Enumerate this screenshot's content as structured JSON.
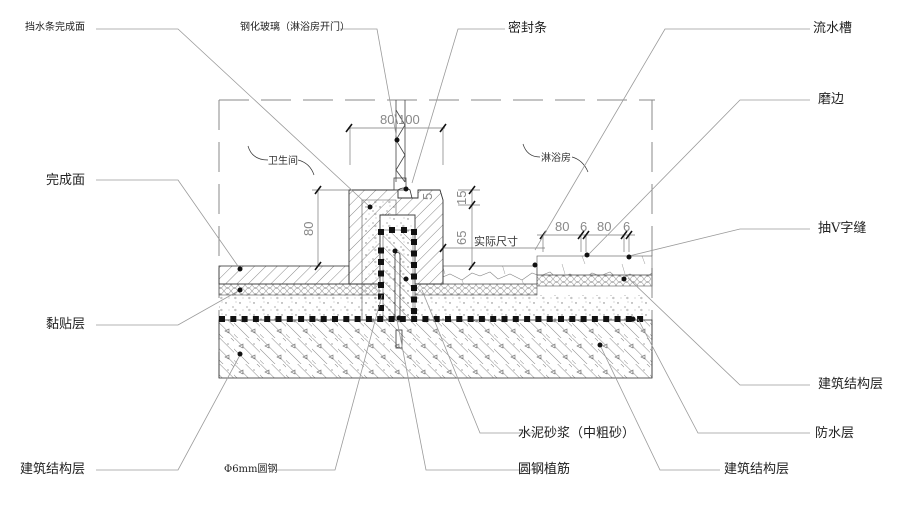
{
  "drawing": {
    "type": "architectural-section-detail",
    "subject": "shower room door sill / water bar detail",
    "colors": {
      "line": "#111111",
      "leader": "#9a9a9a",
      "dimension": "#888888",
      "background": "#ffffff"
    }
  },
  "labels": {
    "water_bar_finish": "挡水条完成面",
    "tempered_glass": "钢化玻璃（淋浴房开门）",
    "seal_strip": "密封条",
    "drain_groove": "流水槽",
    "edge_grinding": "磨边",
    "finish_surface": "完成面",
    "v_groove": "抽V字缝",
    "adhesive_layer": "黏贴层",
    "building_structure_right": "建筑结构层",
    "waterproof_layer": "防水层",
    "cement_mortar": "水泥砂浆（中粗砂）",
    "building_structure_bottom": "建筑结构层",
    "building_structure_left": "建筑结构层",
    "round_steel": "Φ6mm圆钢",
    "steel_bar_planting": "圆钢植筋"
  },
  "rooms": {
    "bathroom": "卫生间",
    "shower": "淋浴房"
  },
  "dimensions": {
    "glass_width": "80\\100",
    "left_height": "80",
    "step_small": "5",
    "step_15": "15",
    "height_65": "65",
    "actual_size": "实际尺寸",
    "tile_1": "80",
    "gap_1": "6",
    "tile_2": "80",
    "gap_2": "6"
  }
}
